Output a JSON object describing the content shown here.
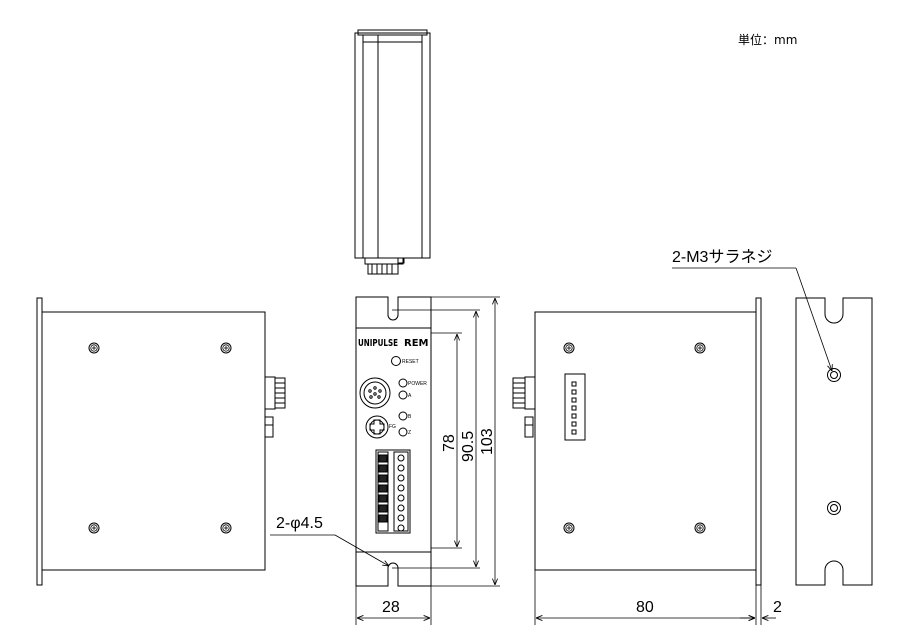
{
  "unit_label": "単位：mm",
  "dimensions": {
    "width_front": "28",
    "side_depth": "80",
    "flange_thickness": "2",
    "height_outer": "103",
    "height_mount": "90.5",
    "height_body": "78",
    "hole_callout": "2-φ4.5",
    "screw_callout": "2-M3サラネジ"
  },
  "front_panel": {
    "brand_left": "UNIPULSE",
    "brand_right": "REM",
    "leds": [
      "RESET",
      "POWER",
      "A",
      "B",
      "Z"
    ],
    "fg_label": "FG"
  }
}
